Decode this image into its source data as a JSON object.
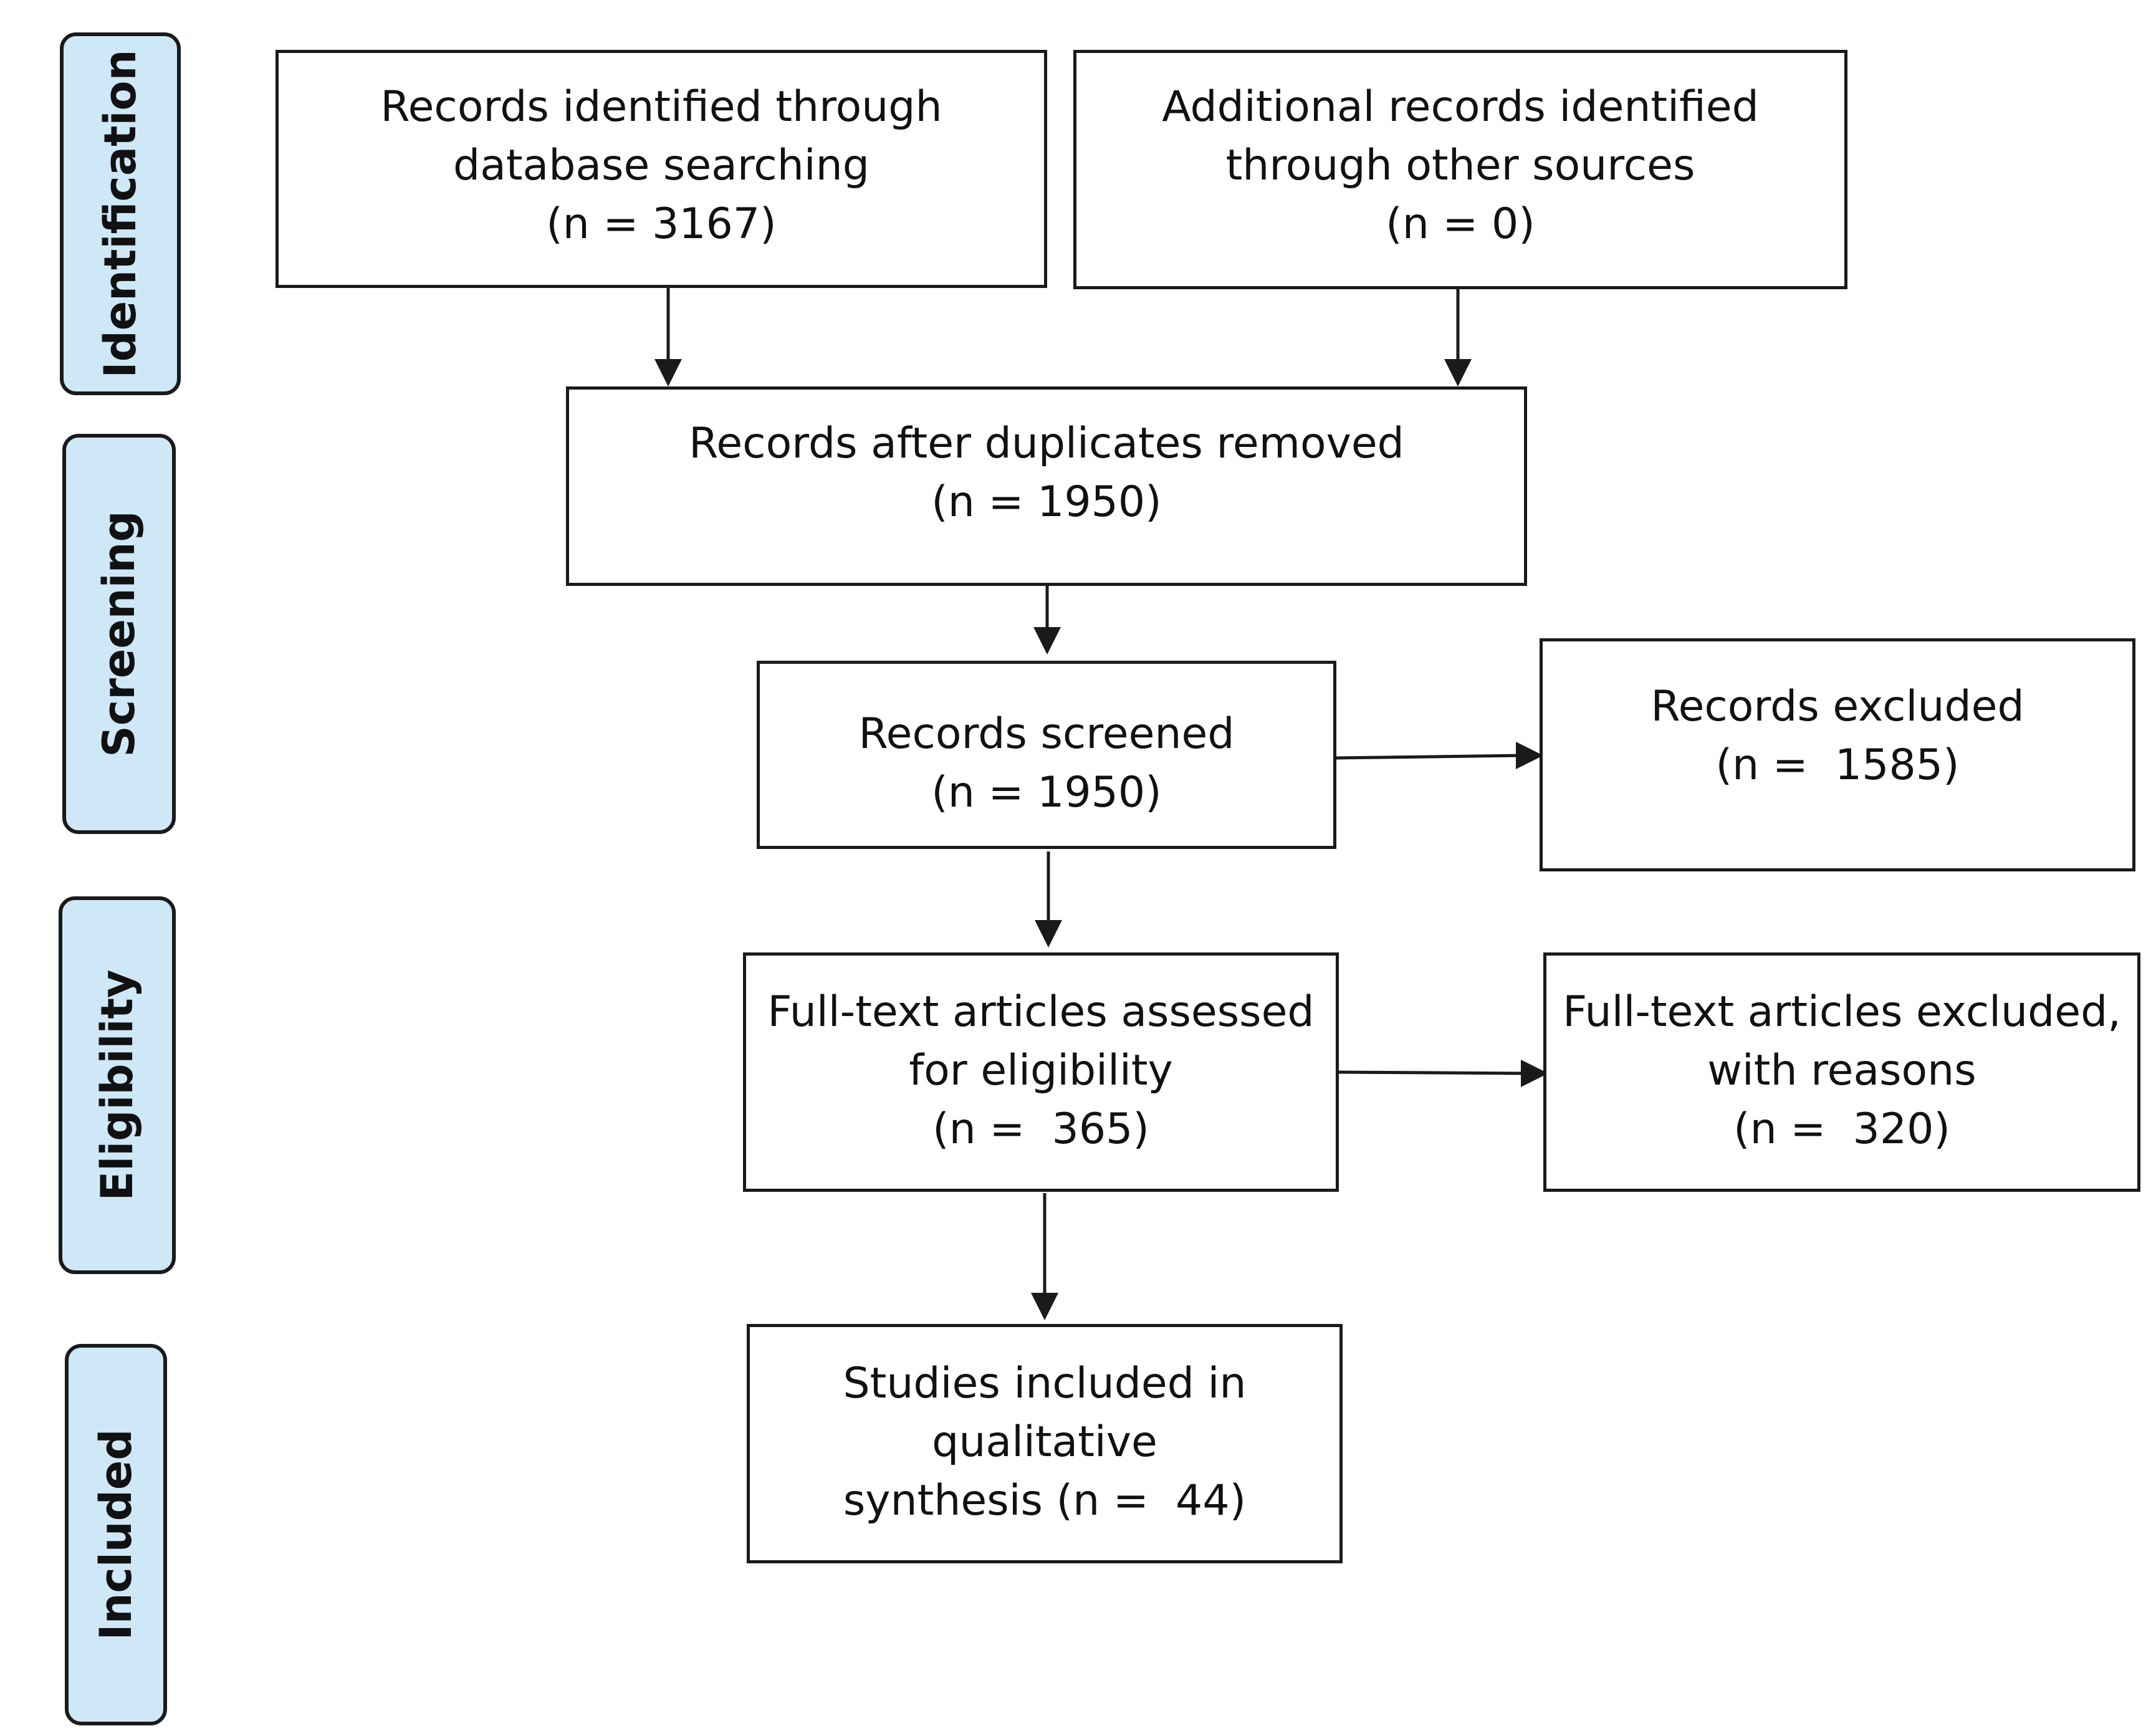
{
  "stages": {
    "identification": "Identification",
    "screening": "Screening",
    "eligibility": "Eligibility",
    "included": "Included"
  },
  "boxes": {
    "database_search": {
      "lines": [
        "Records identified through",
        "database searching",
        "(n = 3167)"
      ],
      "n": 3167
    },
    "other_sources": {
      "lines": [
        "Additional records identified",
        "through other sources",
        "(n = 0)"
      ],
      "n": 0
    },
    "duplicates_removed": {
      "lines": [
        "Records after duplicates removed",
        "(n = 1950)"
      ],
      "n": 1950
    },
    "screened": {
      "lines": [
        "Records screened",
        "(n = 1950)"
      ],
      "n": 1950
    },
    "excluded": {
      "lines": [
        "Records excluded",
        "(n =  1585)"
      ],
      "n": 1585
    },
    "full_text_assessed": {
      "lines": [
        "Full-text articles assessed",
        "for eligibility",
        "(n =  365)"
      ],
      "n": 365
    },
    "full_text_excluded": {
      "lines": [
        "Full-text articles excluded,",
        "with reasons",
        "(n =  320)"
      ],
      "n": 320
    },
    "included": {
      "lines": [
        "Studies included in",
        "qualitative",
        "synthesis (n =  44)"
      ],
      "n": 44
    }
  },
  "colors": {
    "stage_fill": "#cfe8f8",
    "stroke": "#1a1a1a"
  }
}
